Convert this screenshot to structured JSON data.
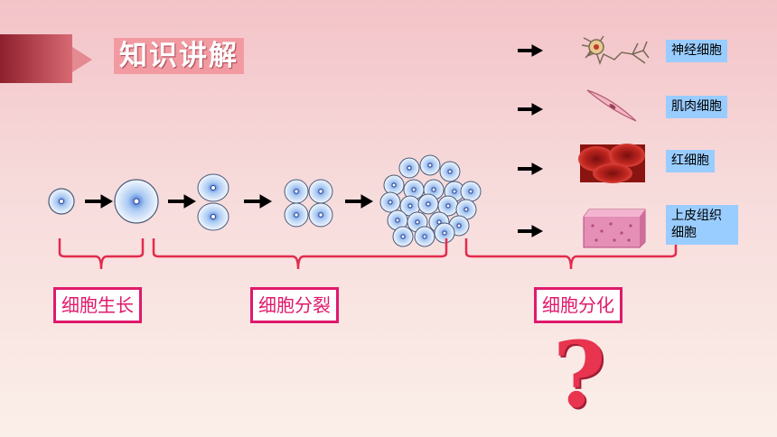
{
  "title": "知识讲解",
  "labels": {
    "growth": "细胞生长",
    "division": "细胞分裂",
    "differentiation": "细胞分化"
  },
  "cell_types": [
    {
      "name": "神经细胞",
      "icon": "neuron-icon"
    },
    {
      "name": "肌肉细胞",
      "icon": "muscle-cell-icon"
    },
    {
      "name": "红细胞",
      "icon": "red-blood-cell-icon"
    },
    {
      "name": "上皮组织细胞",
      "icon": "epithelial-tissue-icon"
    }
  ],
  "question_mark": "?",
  "colors": {
    "accent": "#e0196b",
    "cell_fill": "#dceeff",
    "label_bg": "#99ccff"
  }
}
